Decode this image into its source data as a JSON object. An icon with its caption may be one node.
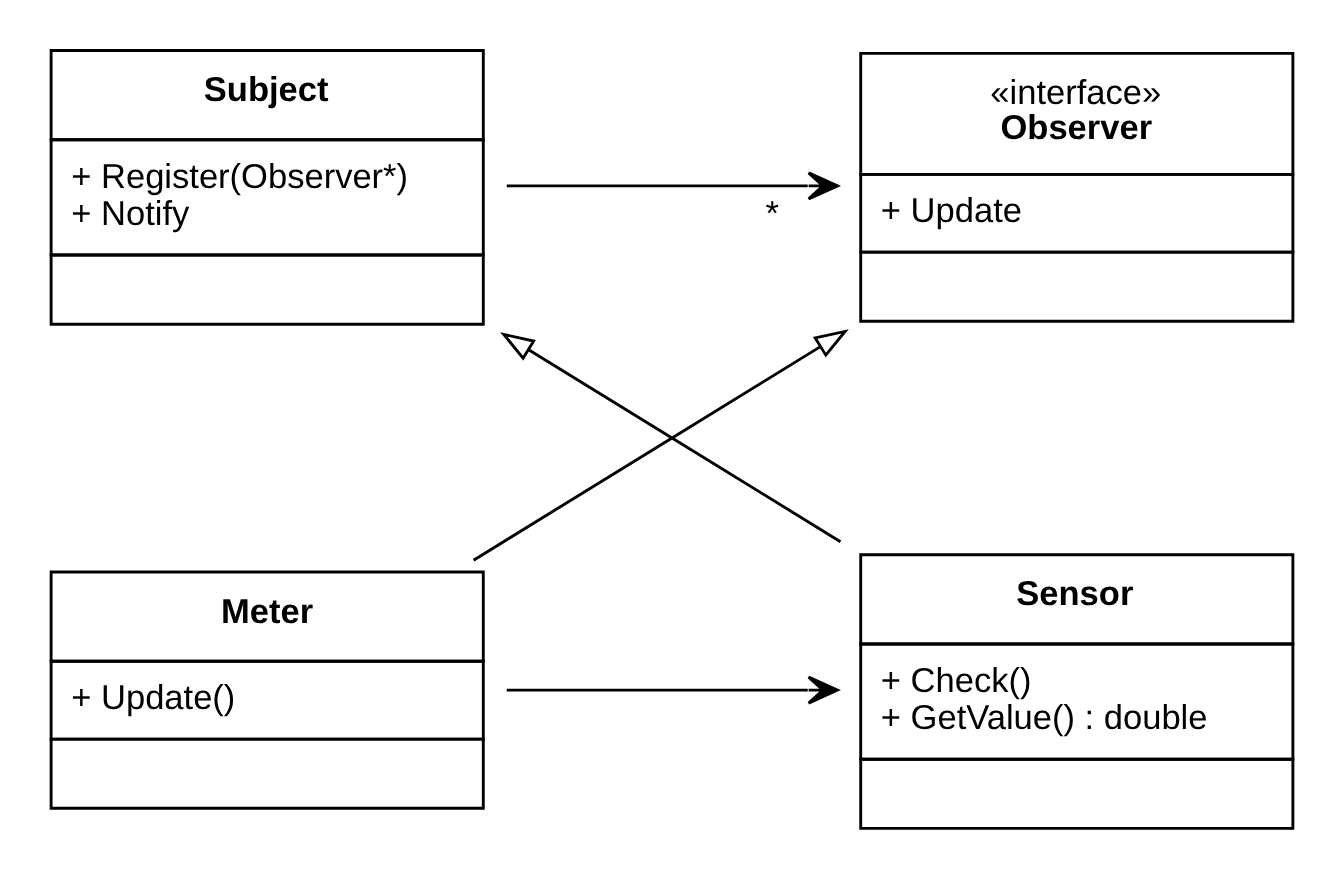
{
  "diagram": {
    "nodes": [
      {
        "text": [
          "«interface»",
          "Observer",
          "+ Update"
        ]
      },
      {
        "text": [
          "Subject",
          "+ Register(Observer*)",
          "+ Notify"
        ]
      },
      {
        "text": [
          "Meter",
          "+ Update()"
        ]
      },
      {
        "text": [
          "Sensor",
          "+ Check()",
          "+ GetValue() : double"
        ]
      }
    ],
    "edges": [
      {
        "from": 1,
        "to": 0,
        "arrow": "to",
        "label": "*"
      },
      {
        "from": 2,
        "to": 0,
        "arrow": "to"
      },
      {
        "from": 3,
        "to": 1,
        "arrow": "to"
      },
      {
        "from": 2,
        "to": 3,
        "arrow": "to"
      }
    ]
  }
}
